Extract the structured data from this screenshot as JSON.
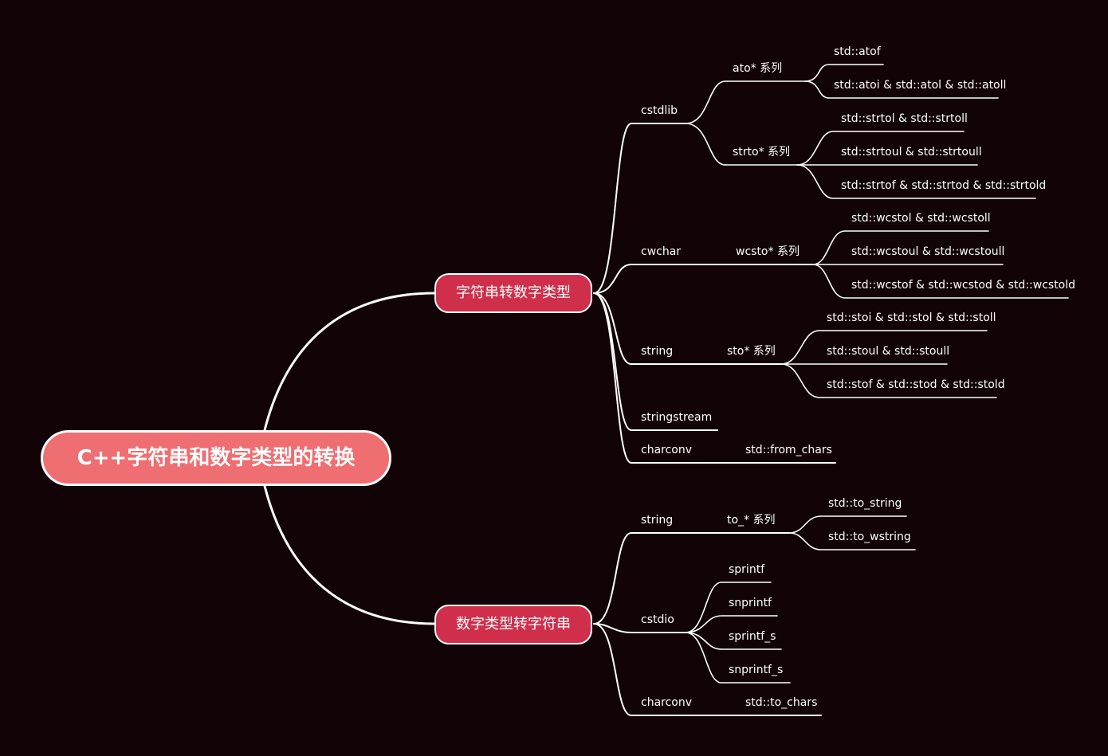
{
  "root": {
    "label": "C++字符串和数字类型的转换"
  },
  "branches": [
    {
      "label": "字符串转数字类型",
      "children": [
        {
          "label": "cstdlib",
          "children": [
            {
              "label": "ato* 系列",
              "children": [
                "std::atof",
                "std::atoi & std::atol & std::atoll"
              ]
            },
            {
              "label": "strto* 系列",
              "children": [
                "std::strtol & std::strtoll",
                "std::strtoul & std::strtoull",
                "std::strtof & std::strtod & std::strtold"
              ]
            }
          ]
        },
        {
          "label": "cwchar",
          "children": [
            {
              "label": "wcsto* 系列",
              "children": [
                "std::wcstol & std::wcstoll",
                "std::wcstoul & std::wcstoull",
                "std::wcstof & std::wcstod & std::wcstold"
              ]
            }
          ]
        },
        {
          "label": "string",
          "children": [
            {
              "label": "sto* 系列",
              "children": [
                "std::stoi & std::stol & std::stoll",
                "std::stoul & std::stoull",
                "std::stof & std::stod & std::stold"
              ]
            }
          ]
        },
        {
          "label": "stringstream",
          "children": []
        },
        {
          "label": "charconv",
          "children": [
            {
              "label": "std::from_chars",
              "children": []
            }
          ]
        }
      ]
    },
    {
      "label": "数字类型转字符串",
      "children": [
        {
          "label": "string",
          "children": [
            {
              "label": "to_* 系列",
              "children": [
                "std::to_string",
                "std::to_wstring"
              ]
            }
          ]
        },
        {
          "label": "cstdio",
          "children": [
            {
              "label": "sprintf",
              "children": []
            },
            {
              "label": "snprintf",
              "children": []
            },
            {
              "label": "sprintf_s",
              "children": []
            },
            {
              "label": "snprintf_s",
              "children": []
            }
          ]
        },
        {
          "label": "charconv",
          "children": [
            {
              "label": "std::to_chars",
              "children": []
            }
          ]
        }
      ]
    }
  ]
}
